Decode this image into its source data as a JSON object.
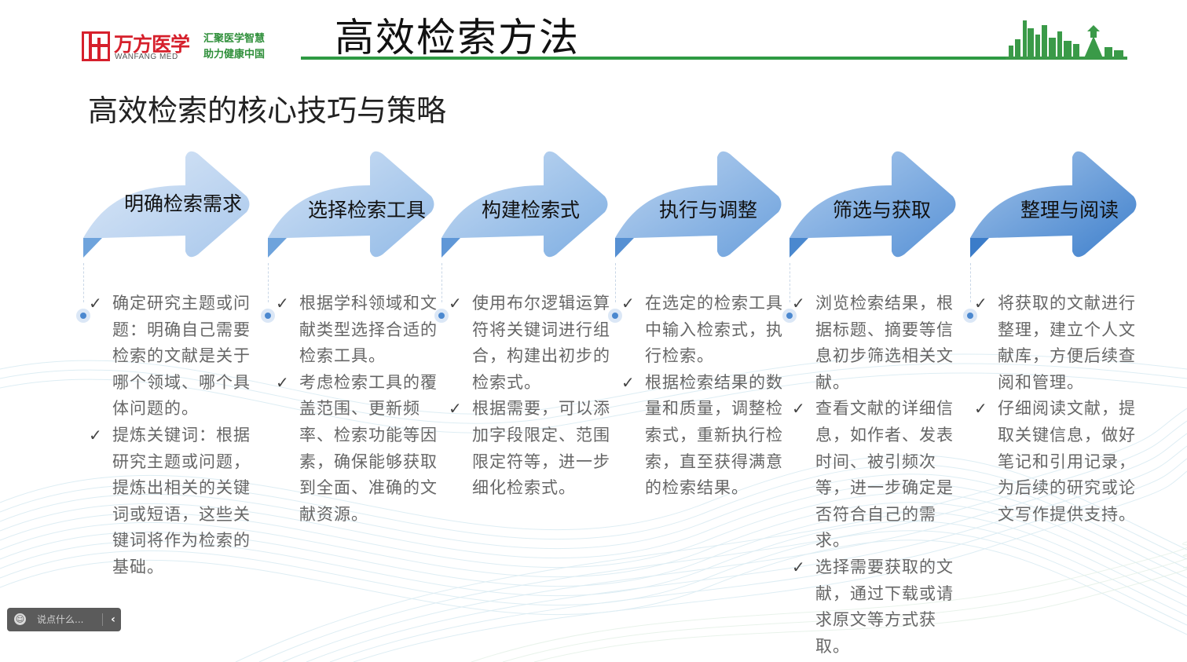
{
  "header": {
    "logo_cn": "万方医学",
    "logo_en": "WANFANG MED",
    "slogan_line1": "汇聚医学智慧",
    "slogan_line2": "助力健康中国",
    "title": "高效检索方法"
  },
  "section_title": "高效检索的核心技巧与策略",
  "colors": {
    "title_rule": "#2e9a43",
    "arrow_gradient_start": "#c9dcf3",
    "arrow_gradient_end": "#3f80cc",
    "bullet_dot": "#4b88cf",
    "logo_red": "#d6202c"
  },
  "steps": [
    {
      "label": "明确检索需求",
      "bullets": [
        "确定研究主题或问题：明确自己需要检索的文献是关于哪个领域、哪个具体问题的。",
        "提炼关键词：根据研究主题或问题，提炼出相关的关键词或短语，这些关键词将作为检索的基础。"
      ]
    },
    {
      "label": "选择检索工具",
      "bullets": [
        "根据学科领域和文献类型选择合适的检索工具。",
        "考虑检索工具的覆盖范围、更新频率、检索功能等因素，确保能够获取到全面、准确的文献资源。"
      ]
    },
    {
      "label": "构建检索式",
      "bullets": [
        "使用布尔逻辑运算符将关键词进行组合，构建出初步的检索式。",
        "根据需要，可以添加字段限定、范围限定符等，进一步细化检索式。"
      ]
    },
    {
      "label": "执行与调整",
      "bullets": [
        "在选定的检索工具中输入检索式，执行检索。",
        "根据检索结果的数量和质量，调整检索式，重新执行检索，直至获得满意的检索结果。"
      ]
    },
    {
      "label": "筛选与获取",
      "bullets": [
        "浏览检索结果，根据标题、摘要等信息初步筛选相关文献。",
        "查看文献的详细信息，如作者、发表时间、被引频次等，进一步确定是否符合自己的需求。",
        "选择需要获取的文献，通过下载或请求原文等方式获取。"
      ]
    },
    {
      "label": "整理与阅读",
      "bullets": [
        "将获取的文献进行整理，建立个人文献库，方便后续查阅和管理。",
        "仔细阅读文献，提取关键信息，做好笔记和引用记录，为后续的研究或论文写作提供支持。"
      ]
    }
  ],
  "check_glyph": "✓",
  "comment_widget": {
    "placeholder": "说点什么...",
    "face_icon": "smiley-icon",
    "collapse_icon": "chevron-left-icon",
    "collapse_glyph": "‹"
  }
}
